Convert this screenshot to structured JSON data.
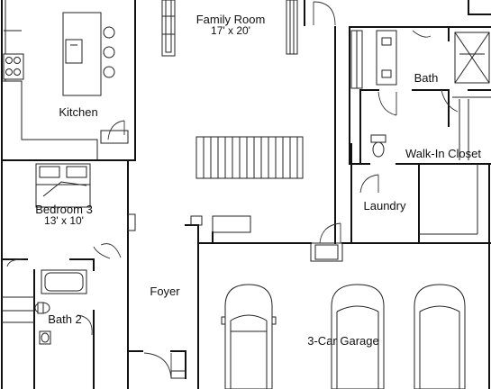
{
  "rooms": {
    "family_room": {
      "label": "Family Room",
      "dim": "17' x 20'"
    },
    "kitchen": {
      "label": "Kitchen"
    },
    "bath": {
      "label": "Bath"
    },
    "walk_in_closet": {
      "label": "Walk-In Closet"
    },
    "bedroom_3": {
      "label": "Bedroom 3",
      "dim": "13' x 10'"
    },
    "laundry": {
      "label": "Laundry"
    },
    "foyer": {
      "label": "Foyer"
    },
    "bath_2": {
      "label": "Bath 2"
    },
    "garage": {
      "label": "3-Car Garage"
    }
  }
}
